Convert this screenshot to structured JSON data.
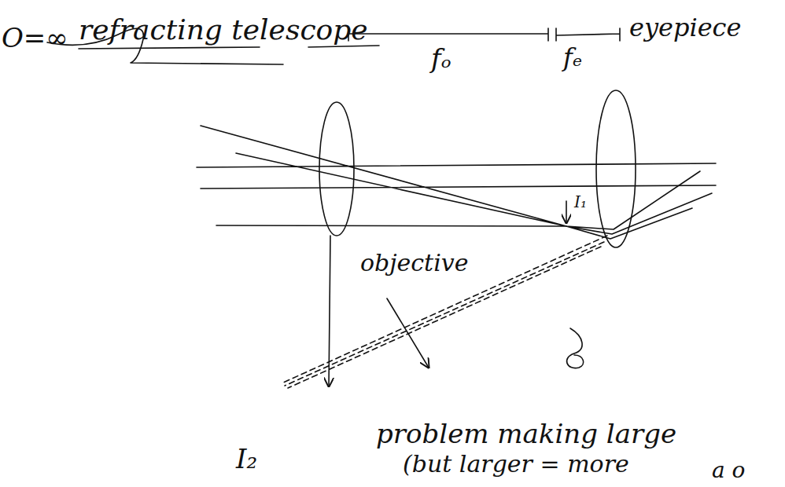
{
  "diagram": {
    "title": "refracting telescope",
    "labels": [
      "O=∞",
      "fₒ",
      "fₑ",
      "eyepiece",
      "I₁",
      "objective",
      "I₂",
      "problem making large",
      "(but larger = more",
      "a o"
    ]
  }
}
